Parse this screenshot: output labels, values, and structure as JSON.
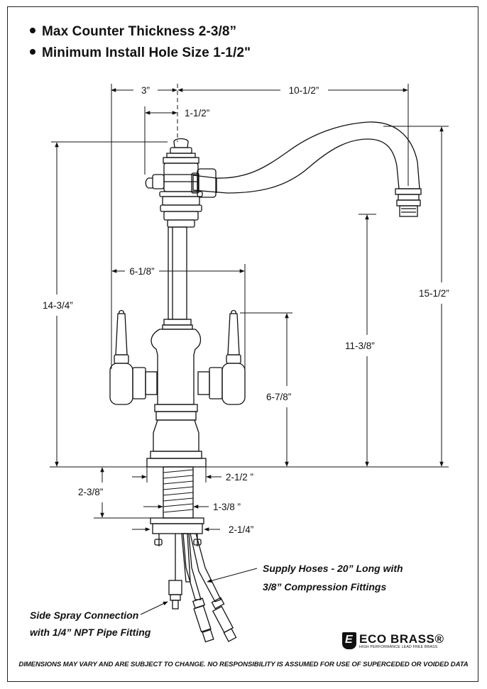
{
  "bullets": [
    "Max Counter Thickness 2-3/8”",
    "Minimum Install Hole Size 1-1/2\""
  ],
  "dimensions": {
    "top_left_offset": "3”",
    "spout_reach": "10-1/2”",
    "stem_diameter": "1-1/2”",
    "overall_height": "14-3/4”",
    "spout_height": "15-1/2”",
    "handle_spread": "6-1/8”",
    "spout_clearance": "11-3/8”",
    "handle_height": "6-7/8”",
    "base_diameter": "2-1/2 ”",
    "counter_thickness": "2-3/8”",
    "shank_diameter": "1-3/8 ”",
    "nut_diameter": "2-1/4”"
  },
  "notes": {
    "supply_hoses_line1": "Supply Hoses - 20” Long with",
    "supply_hoses_line2": "3/8” Compression Fittings",
    "side_spray_line1": "Side Spray Connection",
    "side_spray_line2": "with 1/4” NPT Pipe Fitting"
  },
  "logo": {
    "mark": "E",
    "name": "ECO BRASS®",
    "tagline": "HIGH PERFORMANCE LEAD FREE BRASS"
  },
  "disclaimer": "DIMENSIONS MAY VARY AND ARE SUBJECT TO CHANGE. NO RESPONSIBILITY IS ASSUMED FOR USE OF SUPERCEDED OR VOIDED DATA",
  "colors": {
    "line": "#111111",
    "background": "#ffffff"
  }
}
